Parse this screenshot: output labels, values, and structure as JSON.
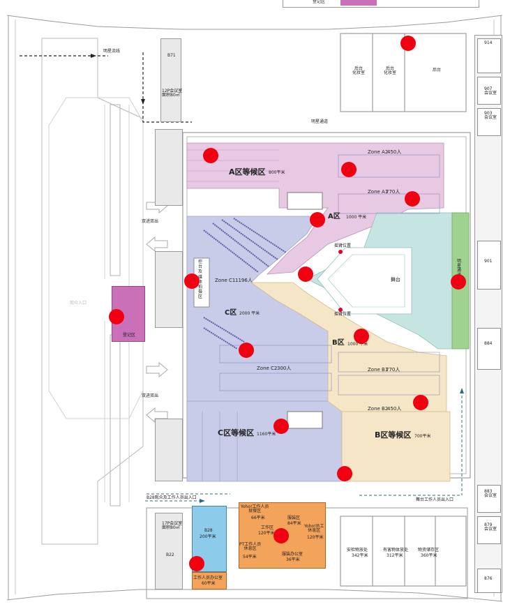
{
  "header": {
    "legend_label": "登记区"
  },
  "colors": {
    "zone_a": "#e8c9e4",
    "zone_c": "#c8cce8",
    "zone_b": "#f5e6c8",
    "stage": "#c6e5e2",
    "star_lane": "#9fd18f",
    "register": "#c970b9",
    "b28": "#8ccbe9",
    "staff": "#f3a35a",
    "marker": "#f00010"
  },
  "rooms": {
    "backstage_makeup_1": "后台\n化妆室",
    "backstage_makeup_2": "后台\n化妆室",
    "backstage": "后台",
    "star_passage": "明星通道",
    "star_route": "明星流线",
    "meeting_12f": "12P会议室\n面积80㎡",
    "meeting_17f": "17P会议室\n面积80㎡",
    "b71": "B71",
    "b22": "B22",
    "r914": "914",
    "r907": "907\n会议室",
    "r903": "903\n会议室",
    "r901": "901",
    "r884": "884",
    "r883": "883\n会议室",
    "r879": "879\n会议室",
    "r876": "876",
    "exit_1": "双进双出",
    "exit_2": "双进双出",
    "lobby": "观众入口"
  },
  "zones": {
    "a_waiting": {
      "name": "A区等候区",
      "area": "800平米"
    },
    "a2": {
      "label": "Zone A2",
      "capacity": "450人"
    },
    "a1": {
      "label": "Zone A1",
      "capacity": "770人"
    },
    "a": {
      "name": "A区",
      "area": "1000 平米"
    },
    "c1": {
      "label": "Zone C1",
      "capacity": "1196人"
    },
    "c": {
      "name": "C区",
      "area": "2000 平米"
    },
    "c2": {
      "label": "Zone C2",
      "capacity": "300人"
    },
    "c_waiting": {
      "name": "C区等候区",
      "area": "1160平米"
    },
    "b": {
      "name": "B区",
      "area": "1000 平米"
    },
    "b1": {
      "label": "Zone B1",
      "capacity": "770人"
    },
    "b2": {
      "label": "Zone B2",
      "capacity": "450人"
    },
    "b_waiting": {
      "name": "B区等候区",
      "area": "700平米"
    },
    "stage": "舞台",
    "star_lane": "明星通道",
    "camera_1": "摇臂位置",
    "camera_2": "摇臂位置",
    "control": "控台及媒体拍摄区",
    "register": "登记区"
  },
  "bottom": {
    "b28_entrance": "B28观众及工作人员出入口",
    "stage_staff_entrance": "舞台工作人员出入口",
    "b28": {
      "name": "B28",
      "area": "200平米"
    },
    "staff_office": {
      "name": "工作人员办公室",
      "area": "60平米"
    },
    "yoho_dining": {
      "name": "Yoho!工作人员\n就餐区",
      "area": "66平米"
    },
    "pt_rest": {
      "name": "PT工作人员\n休息区",
      "area": "54平米"
    },
    "work": {
      "name": "工作区",
      "area": "120平米"
    },
    "wardrobe": {
      "name": "服装区",
      "area": "84平米"
    },
    "yoho_rest": {
      "name": "Yoho!员工\n休息区",
      "area": "120平米"
    },
    "clothes_office": {
      "name": "服装办公室",
      "area": "36平米"
    },
    "security": {
      "name": "安检物放处",
      "area": "342平米"
    },
    "prohibited": {
      "name": "有害物体放处",
      "area": "312平米"
    },
    "storage": {
      "name": "物资储存区",
      "area": "360平米"
    }
  }
}
